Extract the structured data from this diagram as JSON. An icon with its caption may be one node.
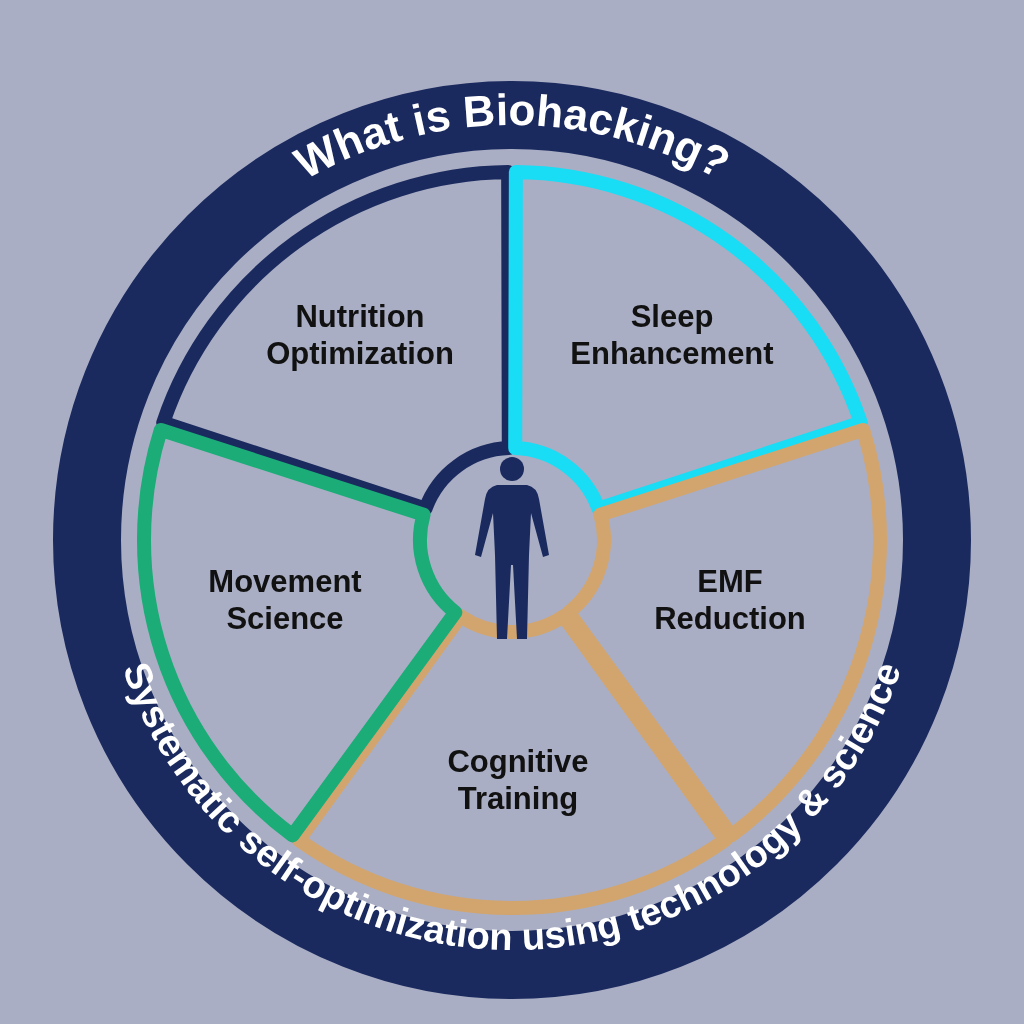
{
  "diagram": {
    "title": "What is Biohacking?",
    "caption": "Systematic self-optimization using technology & science",
    "nodes": [
      {
        "text": [
          "Nutrition Optimization"
        ]
      },
      {
        "text": [
          "Sleep Enhancement"
        ]
      },
      {
        "text": [
          "EMF Reduction"
        ]
      },
      {
        "text": [
          "Cognitive Training"
        ]
      },
      {
        "text": [
          "Movement Science"
        ]
      }
    ]
  }
}
